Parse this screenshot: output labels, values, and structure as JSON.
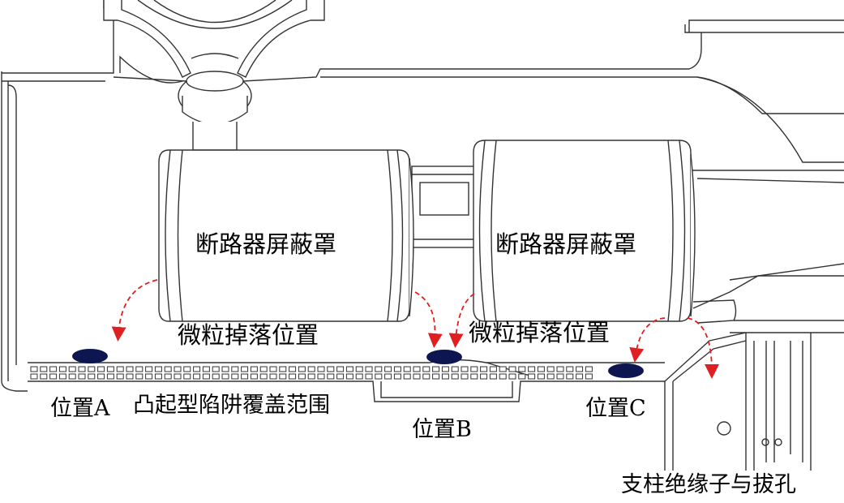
{
  "labels": {
    "shield_left": "断路器屏蔽罩",
    "shield_right": "断路器屏蔽罩",
    "fall_left": "微粒掉落位置",
    "fall_right": "微粒掉落位置",
    "pos_a": "位置A",
    "pos_b": "位置B",
    "pos_c": "位置C",
    "recess_range": "凸起型陷阱覆盖范围",
    "insulator": "支柱绝缘子与拔孔"
  },
  "colors": {
    "line": "#333333",
    "arrow": "#e02020",
    "particle": "#0d1650"
  }
}
